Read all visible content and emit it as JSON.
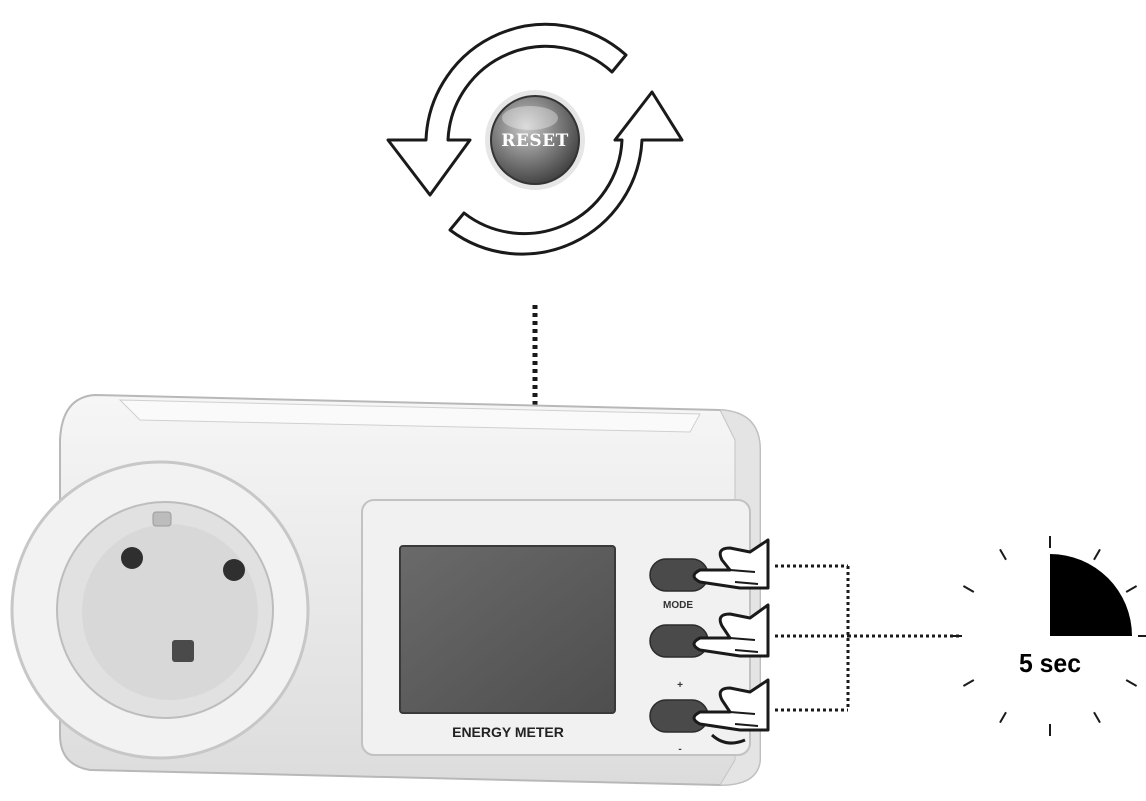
{
  "reset_button": {
    "label": "RESET"
  },
  "meter": {
    "label": "ENERGY METER",
    "buttons": [
      {
        "label": "MODE"
      },
      {
        "label": "+"
      },
      {
        "label": "-"
      }
    ]
  },
  "timer": {
    "label": "5 sec",
    "fraction": 0.25
  },
  "colors": {
    "line": "#1a1a1a",
    "device_body": "#eeeeee",
    "lcd": "#5d5d5d",
    "button": "#4a4a4a"
  }
}
